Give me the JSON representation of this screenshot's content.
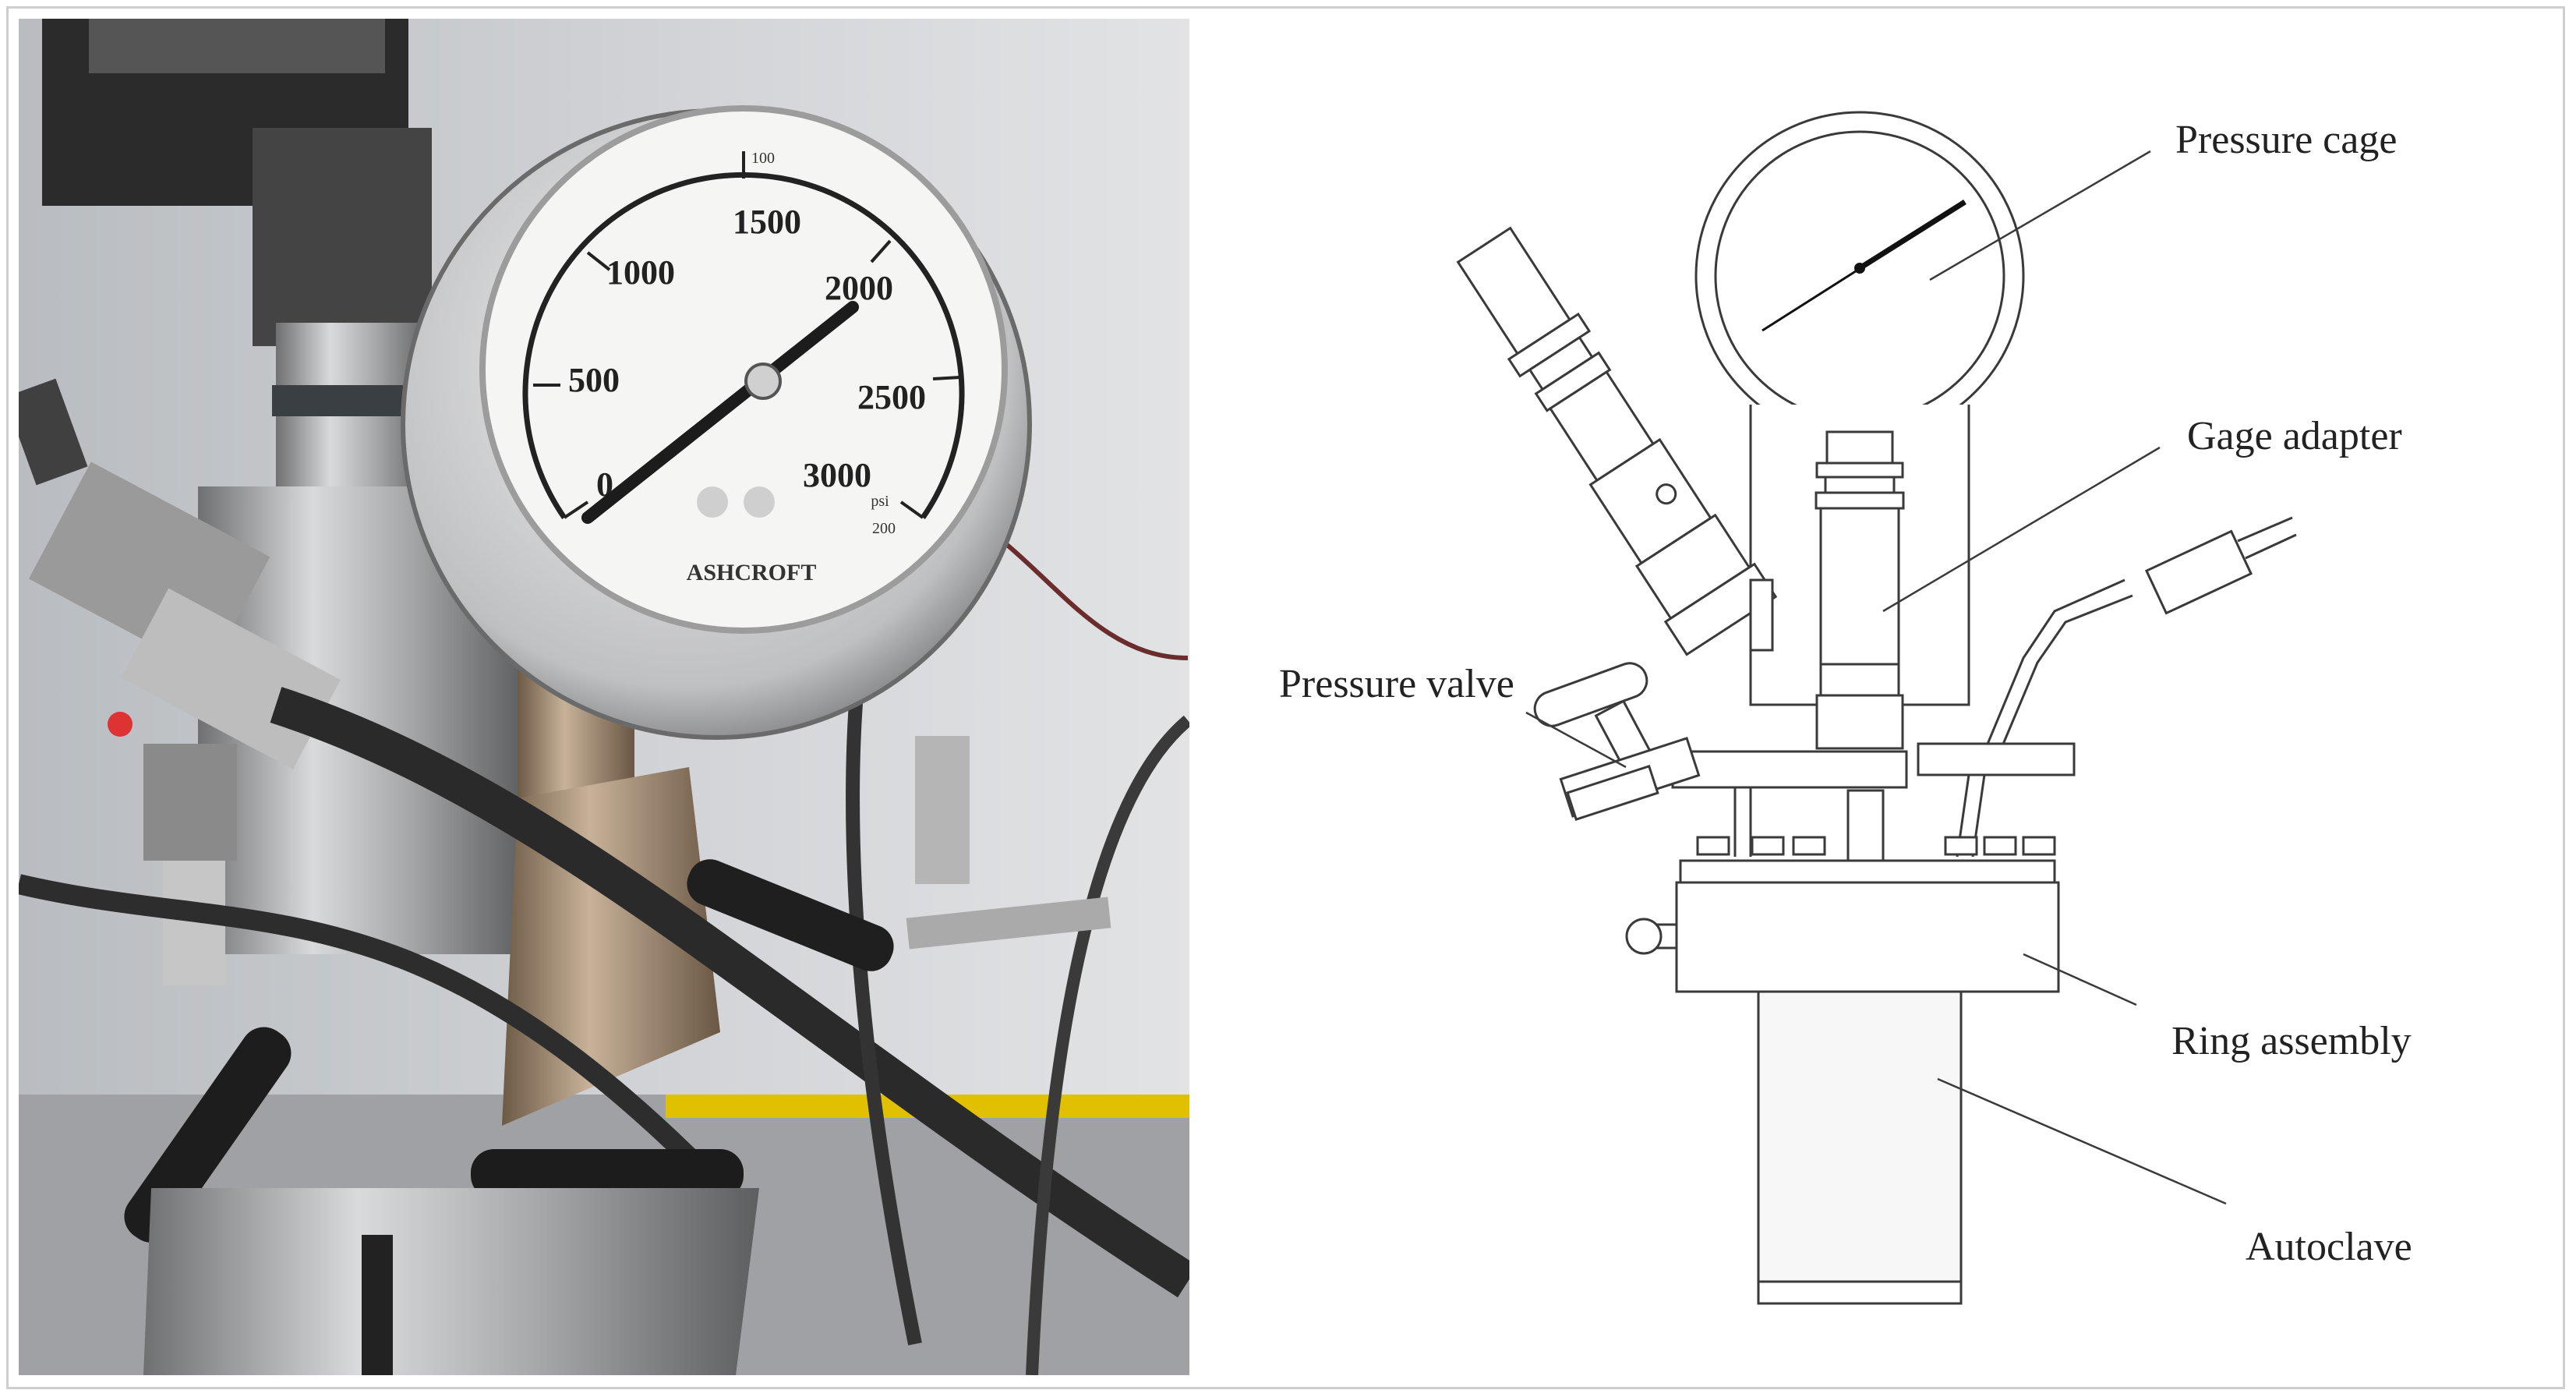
{
  "photo": {
    "gauge": {
      "brand": "ASHCROFT",
      "unit": "psi",
      "main_scale": [
        "0",
        "500",
        "1000",
        "1500",
        "2000",
        "2500",
        "3000"
      ],
      "inner_scale": [
        "100",
        "200"
      ]
    }
  },
  "diagram": {
    "labels": {
      "pressure_cage": "Pressure cage",
      "gage_adapter": "Gage adapter",
      "pressure_valve": "Pressure valve",
      "ring_assembly": "Ring assembly",
      "autoclave": "Autoclave"
    }
  },
  "colors": {
    "line": "#3a3a3a",
    "photo_wall": "#c9cbce",
    "steel": "#b9b9b9",
    "hose": "#2a2a2a"
  }
}
